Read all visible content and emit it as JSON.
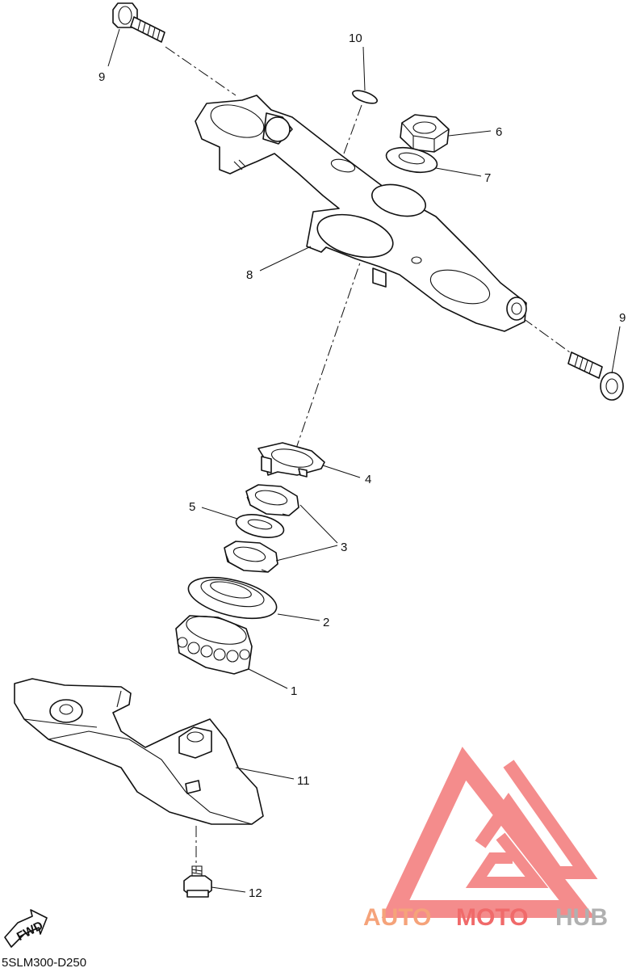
{
  "diagram_code": "5SLM300-D250",
  "fwd_label": "FWD",
  "watermark": {
    "part1": "AUTO",
    "part2": "MOTO",
    "part3": "HUB",
    "color1": "#f5a37a",
    "color2": "#f06a6a",
    "color3": "#b0b0b0",
    "logo_color": "#f26d6d"
  },
  "callouts": {
    "c1": "1",
    "c2": "2",
    "c3": "3",
    "c4": "4",
    "c5": "5",
    "c6": "6",
    "c7": "7",
    "c8": "8",
    "c9a": "9",
    "c9b": "9",
    "c10": "10",
    "c11": "11",
    "c12": "12"
  }
}
